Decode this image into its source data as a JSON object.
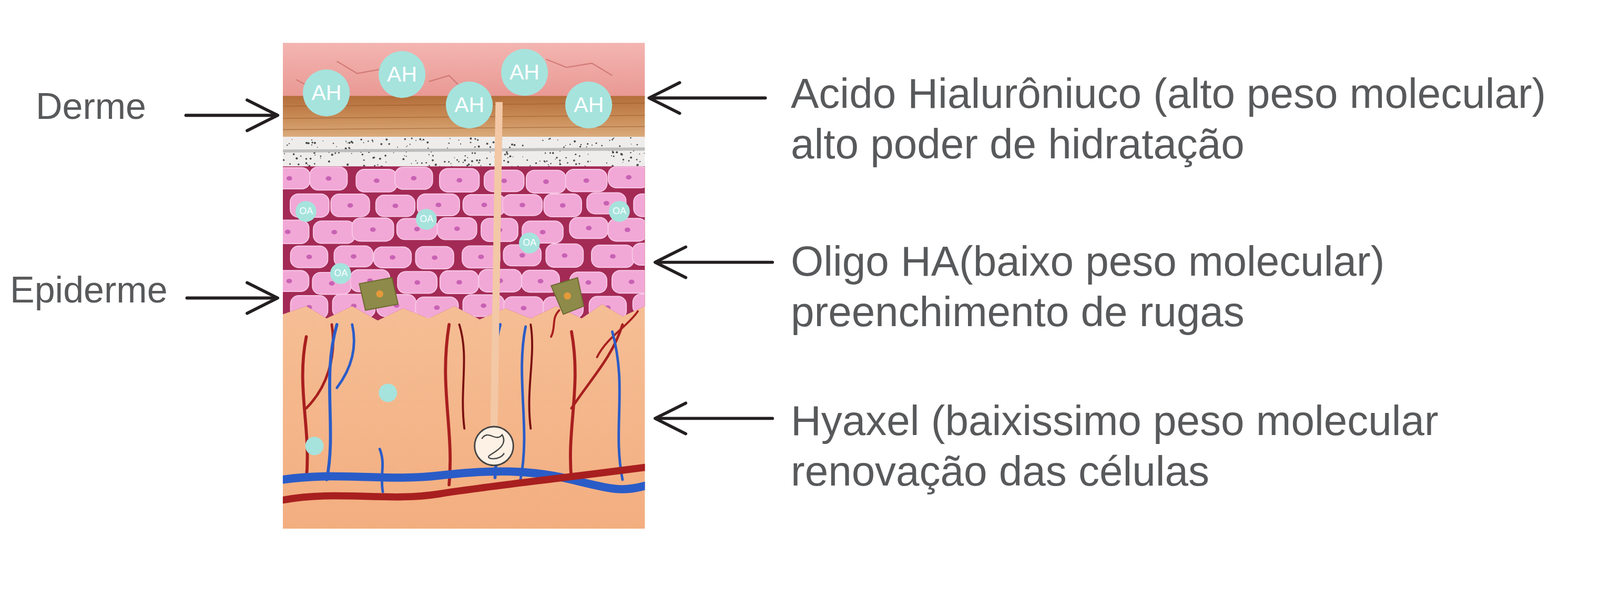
{
  "diagram": {
    "nodes": [
      {
        "text": [
          "AH"
        ]
      },
      {
        "text": [
          "AH"
        ]
      },
      {
        "text": [
          "AH"
        ]
      },
      {
        "text": [
          "AH"
        ]
      },
      {
        "text": [
          "AH"
        ]
      },
      {
        "text": [
          "OA"
        ]
      },
      {
        "text": [
          "OA"
        ]
      },
      {
        "text": [
          "OA"
        ]
      },
      {
        "text": [
          "OA"
        ]
      },
      {
        "text": [
          "OA"
        ]
      }
    ],
    "labels": [
      "Derme",
      "Acido Hialurôniuco (alto peso molecular) alto poder de hidratação",
      "Epiderme",
      "Oligo HA(baixo peso molecular) preenchimento de rugas",
      "Hyaxel (baixissimo peso molecular renovação das células"
    ]
  }
}
